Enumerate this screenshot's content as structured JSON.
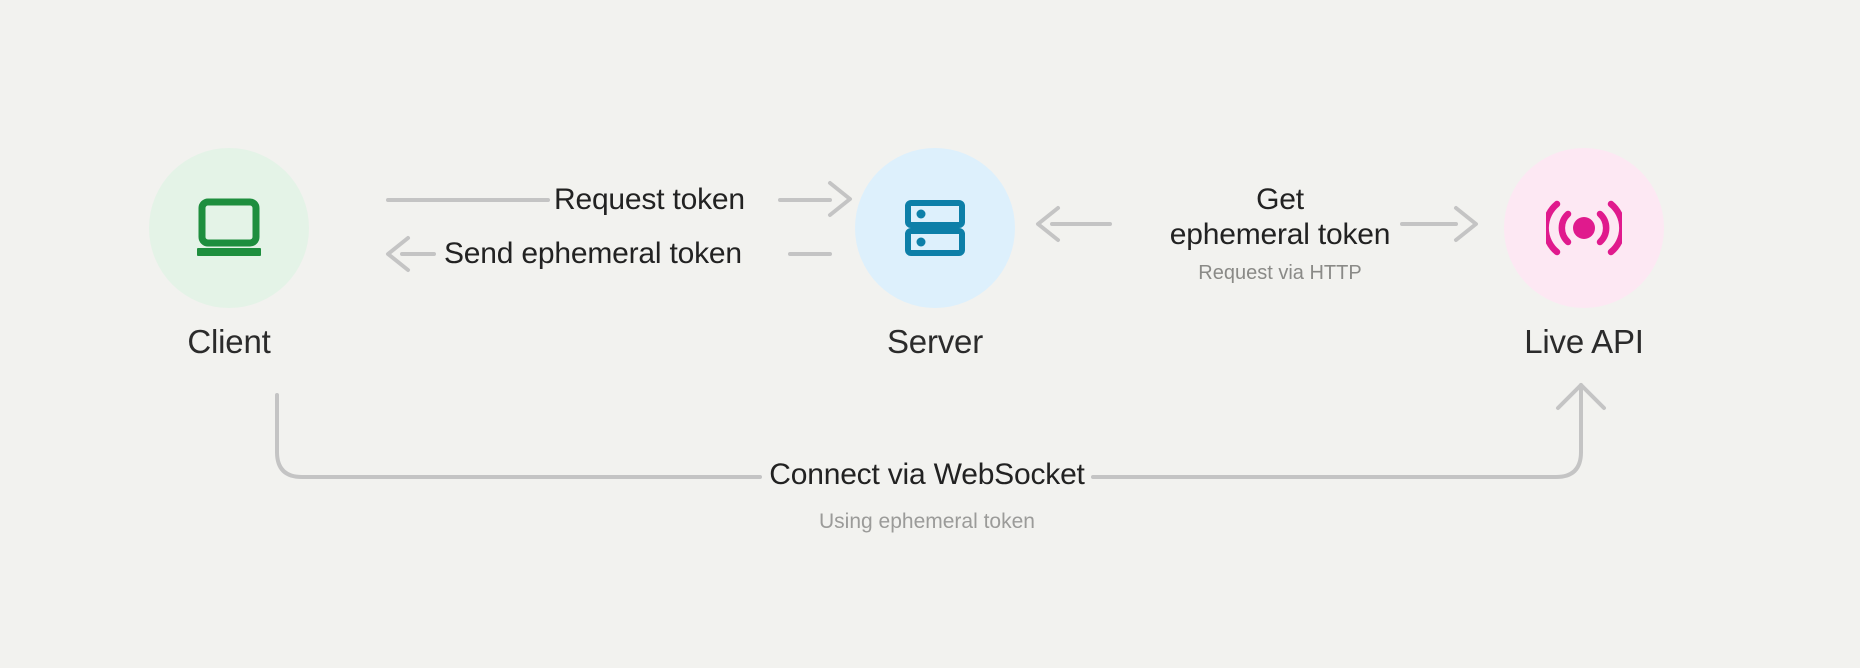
{
  "diagram": {
    "background_color": "#f2f2ef",
    "connector_color": "#c4c4c4",
    "text_color": "#222222",
    "subtext_color": "#8a8a87",
    "nodes": [
      {
        "id": "client",
        "label": "Client",
        "icon": "laptop-icon",
        "circle_color": "#e4f3e7",
        "icon_color": "#1e8e3e"
      },
      {
        "id": "server",
        "label": "Server",
        "icon": "server-rack-icon",
        "circle_color": "#ddf0fc",
        "icon_color": "#0d7fa8"
      },
      {
        "id": "live-api",
        "label": "Live API",
        "icon": "broadcast-signal-icon",
        "circle_color": "#fde8f3",
        "icon_color": "#e01a8d"
      }
    ],
    "edges": [
      {
        "id": "request-token",
        "label": "Request token",
        "sublabel": "",
        "direction": "client-to-server"
      },
      {
        "id": "send-ephemeral-token",
        "label": "Send ephemeral token",
        "sublabel": "",
        "direction": "server-to-client"
      },
      {
        "id": "get-ephemeral-token",
        "label_line1": "Get",
        "label_line2": "ephemeral token",
        "sublabel": "Request via HTTP",
        "direction": "bidirectional"
      },
      {
        "id": "connect-websocket",
        "label": "Connect via WebSocket",
        "sublabel": "Using ephemeral token",
        "direction": "client-to-live-api"
      }
    ]
  }
}
